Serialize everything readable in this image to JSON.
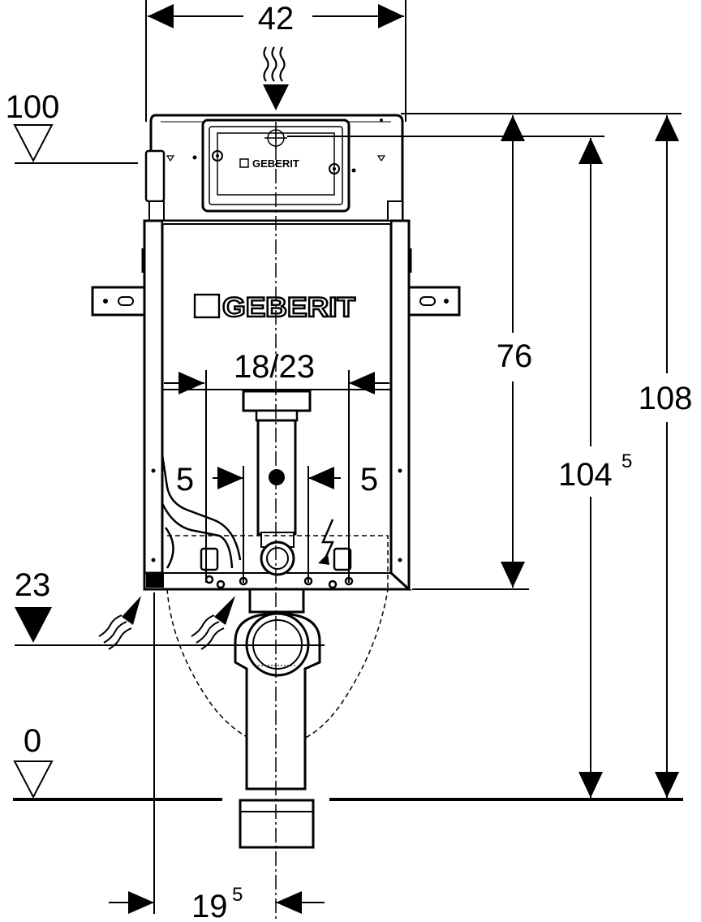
{
  "brand": {
    "flush_plate": "GEBERIT",
    "frame": "GEBERIT"
  },
  "dimensions": {
    "top_width": "42",
    "inlet_spacing": "18/23",
    "offset_left": "5",
    "offset_right": "5",
    "height_76": "76",
    "height_104_main": "104",
    "height_104_sup": "5",
    "height_108": "108",
    "bottom_main": "19",
    "bottom_sup": "5"
  },
  "levels": {
    "upper": "100",
    "middle": "23",
    "floor": "0"
  },
  "icons": [
    "steam-icon",
    "heat-icon",
    "electric-icon",
    "level-triangle-icon"
  ]
}
